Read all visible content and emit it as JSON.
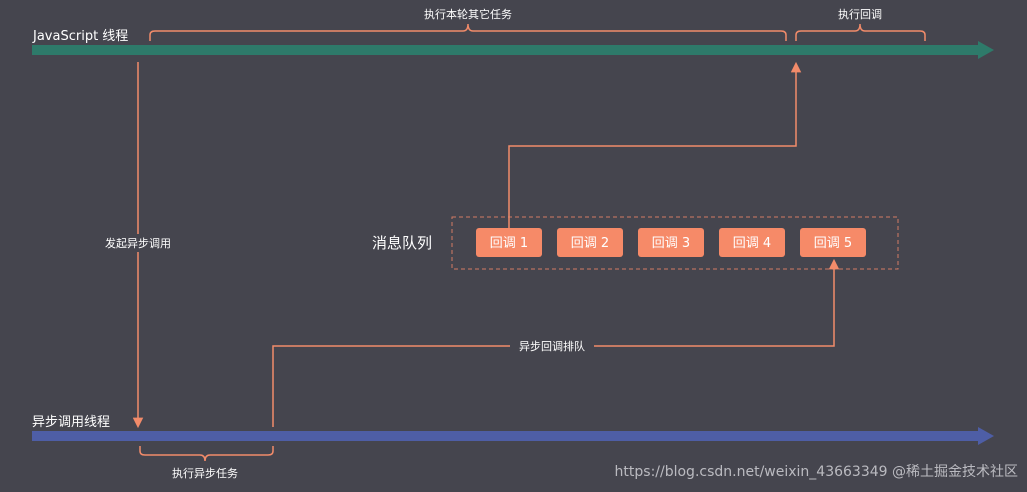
{
  "lanes": {
    "js_thread": {
      "label": "JavaScript 线程",
      "color": "#2e7a6a"
    },
    "async_thread": {
      "label": "异步调用线程",
      "color": "#4e5ea6"
    }
  },
  "braces": {
    "js_other_tasks": "执行本轮其它任务",
    "js_callback": "执行回调",
    "async_task": "执行异步任务"
  },
  "arrows": {
    "start_async": "发起异步调用",
    "enqueue_callback": "异步回调排队"
  },
  "queue": {
    "label": "消息队列",
    "items": [
      {
        "label": "回调 1"
      },
      {
        "label": "回调 2"
      },
      {
        "label": "回调 3"
      },
      {
        "label": "回调 4"
      },
      {
        "label": "回调 5"
      }
    ]
  },
  "colors": {
    "background": "#45454e",
    "accent": "#f28b6a",
    "box": "#f68a68"
  },
  "watermark": "https://blog.csdn.net/weixin_43663349  @稀土掘金技术社区"
}
